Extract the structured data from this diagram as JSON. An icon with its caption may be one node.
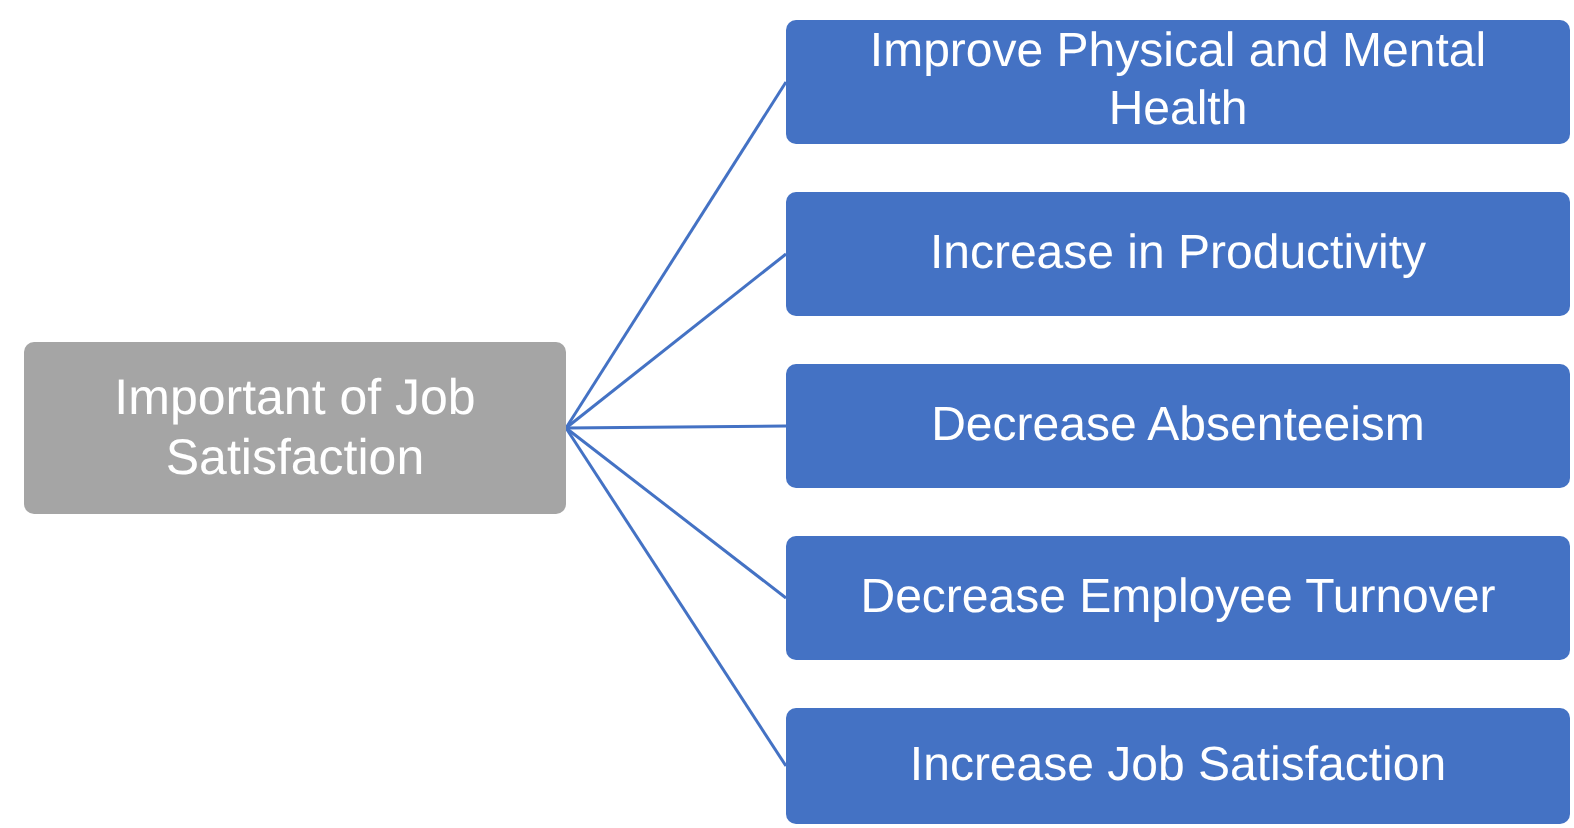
{
  "diagram": {
    "nodes": [
      {
        "text": [
          "Important of Job Satisfaction"
        ]
      },
      {
        "text": [
          "Improve Physical and Mental Health"
        ]
      },
      {
        "text": [
          "Increase in Productivity"
        ]
      },
      {
        "text": [
          "Decrease Absenteeism"
        ]
      },
      {
        "text": [
          "Decrease Employee Turnover"
        ]
      },
      {
        "text": [
          "Increase Job Satisfaction"
        ]
      }
    ],
    "edges": [
      {
        "from": 0,
        "to": 1,
        "arrow": "none"
      },
      {
        "from": 0,
        "to": 2,
        "arrow": "none"
      },
      {
        "from": 0,
        "to": 3,
        "arrow": "none"
      },
      {
        "from": 0,
        "to": 4,
        "arrow": "none"
      },
      {
        "from": 0,
        "to": 5,
        "arrow": "none"
      }
    ]
  }
}
